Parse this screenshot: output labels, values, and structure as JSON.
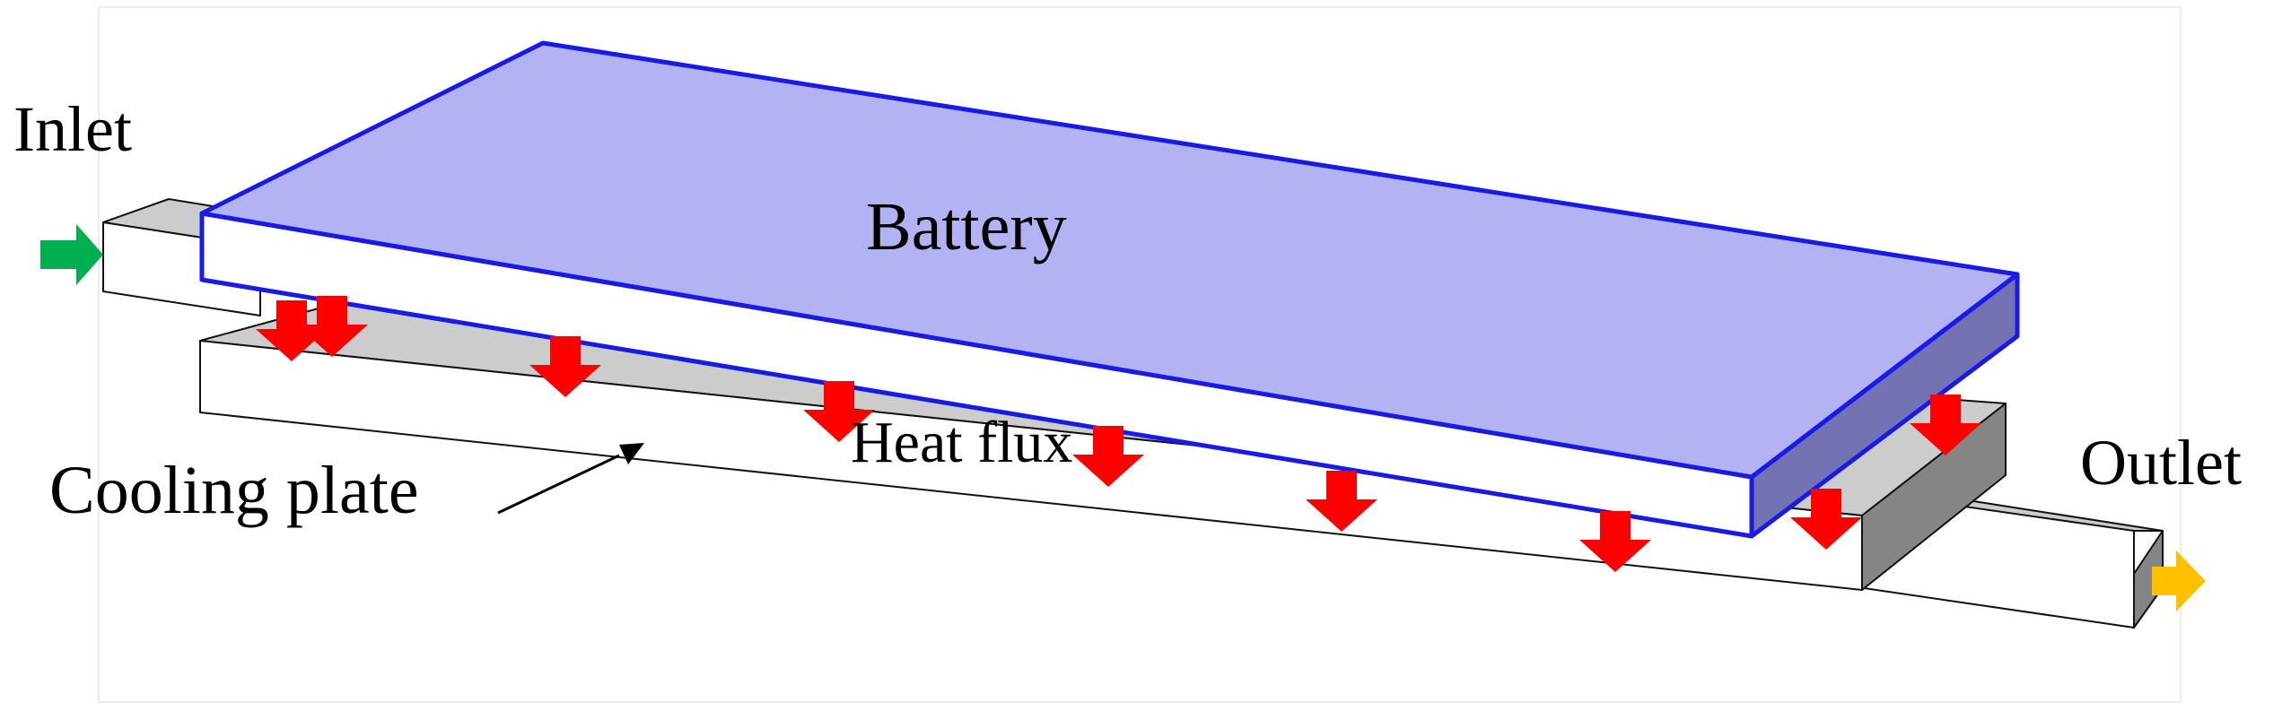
{
  "labels": {
    "inlet": "Inlet",
    "battery": "Battery",
    "heat_flux": "Heat flux",
    "cooling_plate": "Cooling plate",
    "outlet": "Outlet"
  },
  "colors": {
    "battery_top": "#B3B3F3",
    "battery_right_side": "#7373B3",
    "battery_outline": "#1A1AE6",
    "plate_top": "#CCCCCC",
    "plate_side_dark": "#858585",
    "plate_front": "#FFFFFF",
    "heat_flux_arrow": "#FF0000",
    "inlet_arrow": "#00B050",
    "outlet_arrow": "#FFC000"
  }
}
